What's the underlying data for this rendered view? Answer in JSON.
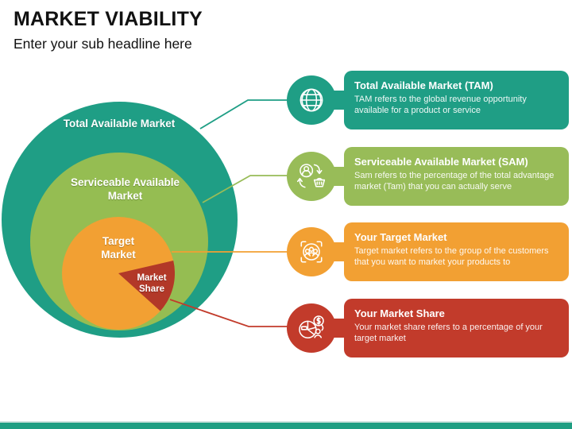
{
  "slide": {
    "title": "MARKET VIABILITY",
    "subtitle": "Enter your sub headline here"
  },
  "diagram": {
    "circles": [
      {
        "id": "tam",
        "label": "Total Available Market"
      },
      {
        "id": "sam",
        "label": "Serviceable Available Market"
      },
      {
        "id": "target",
        "label": "Target Market"
      },
      {
        "id": "share",
        "label": "Market Share"
      }
    ]
  },
  "callouts": [
    {
      "icon": "globe-icon",
      "title": "Total Available Market (TAM)",
      "body": "TAM refers to the global revenue opportunity available for a product or service",
      "color": "#1f9e85"
    },
    {
      "icon": "customer-retention-icon",
      "title": "Serviceable Available Market (SAM)",
      "body": "Sam refers to the percentage of the total advantage market (Tam) that you can actually serve",
      "color": "#98bc58"
    },
    {
      "icon": "target-audience-icon",
      "title": "Your Target Market",
      "body": "Target market refers to the group of the customers that you want to market your products to",
      "color": "#f2a033"
    },
    {
      "icon": "market-share-icon",
      "title": "Your Market Share",
      "body": "Your market share refers to a percentage of your target market",
      "color": "#c23b2b"
    }
  ],
  "colors": {
    "tam_teal": "#1f9e85",
    "sam_olive": "#95bd52",
    "target_orange": "#f2a033",
    "share_red_wedge": "#b23828",
    "callout_red": "#c23b2b",
    "footer_teal": "#1f9e82",
    "text_black": "#111111",
    "text_white": "#ffffff"
  }
}
